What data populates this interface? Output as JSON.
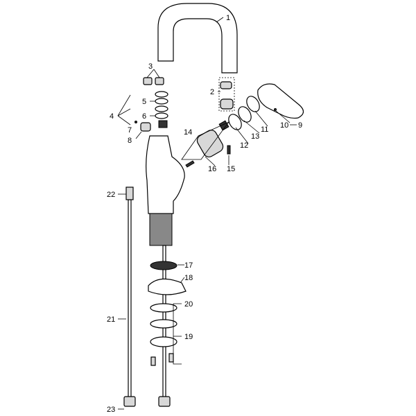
{
  "diagram": {
    "type": "exploded-parts-view",
    "part_labels": [
      "1",
      "2",
      "3",
      "4",
      "5",
      "6",
      "7",
      "8",
      "9",
      "10",
      "11",
      "12",
      "13",
      "14",
      "15",
      "16",
      "17",
      "18",
      "19",
      "20",
      "21",
      "22",
      "23"
    ]
  }
}
